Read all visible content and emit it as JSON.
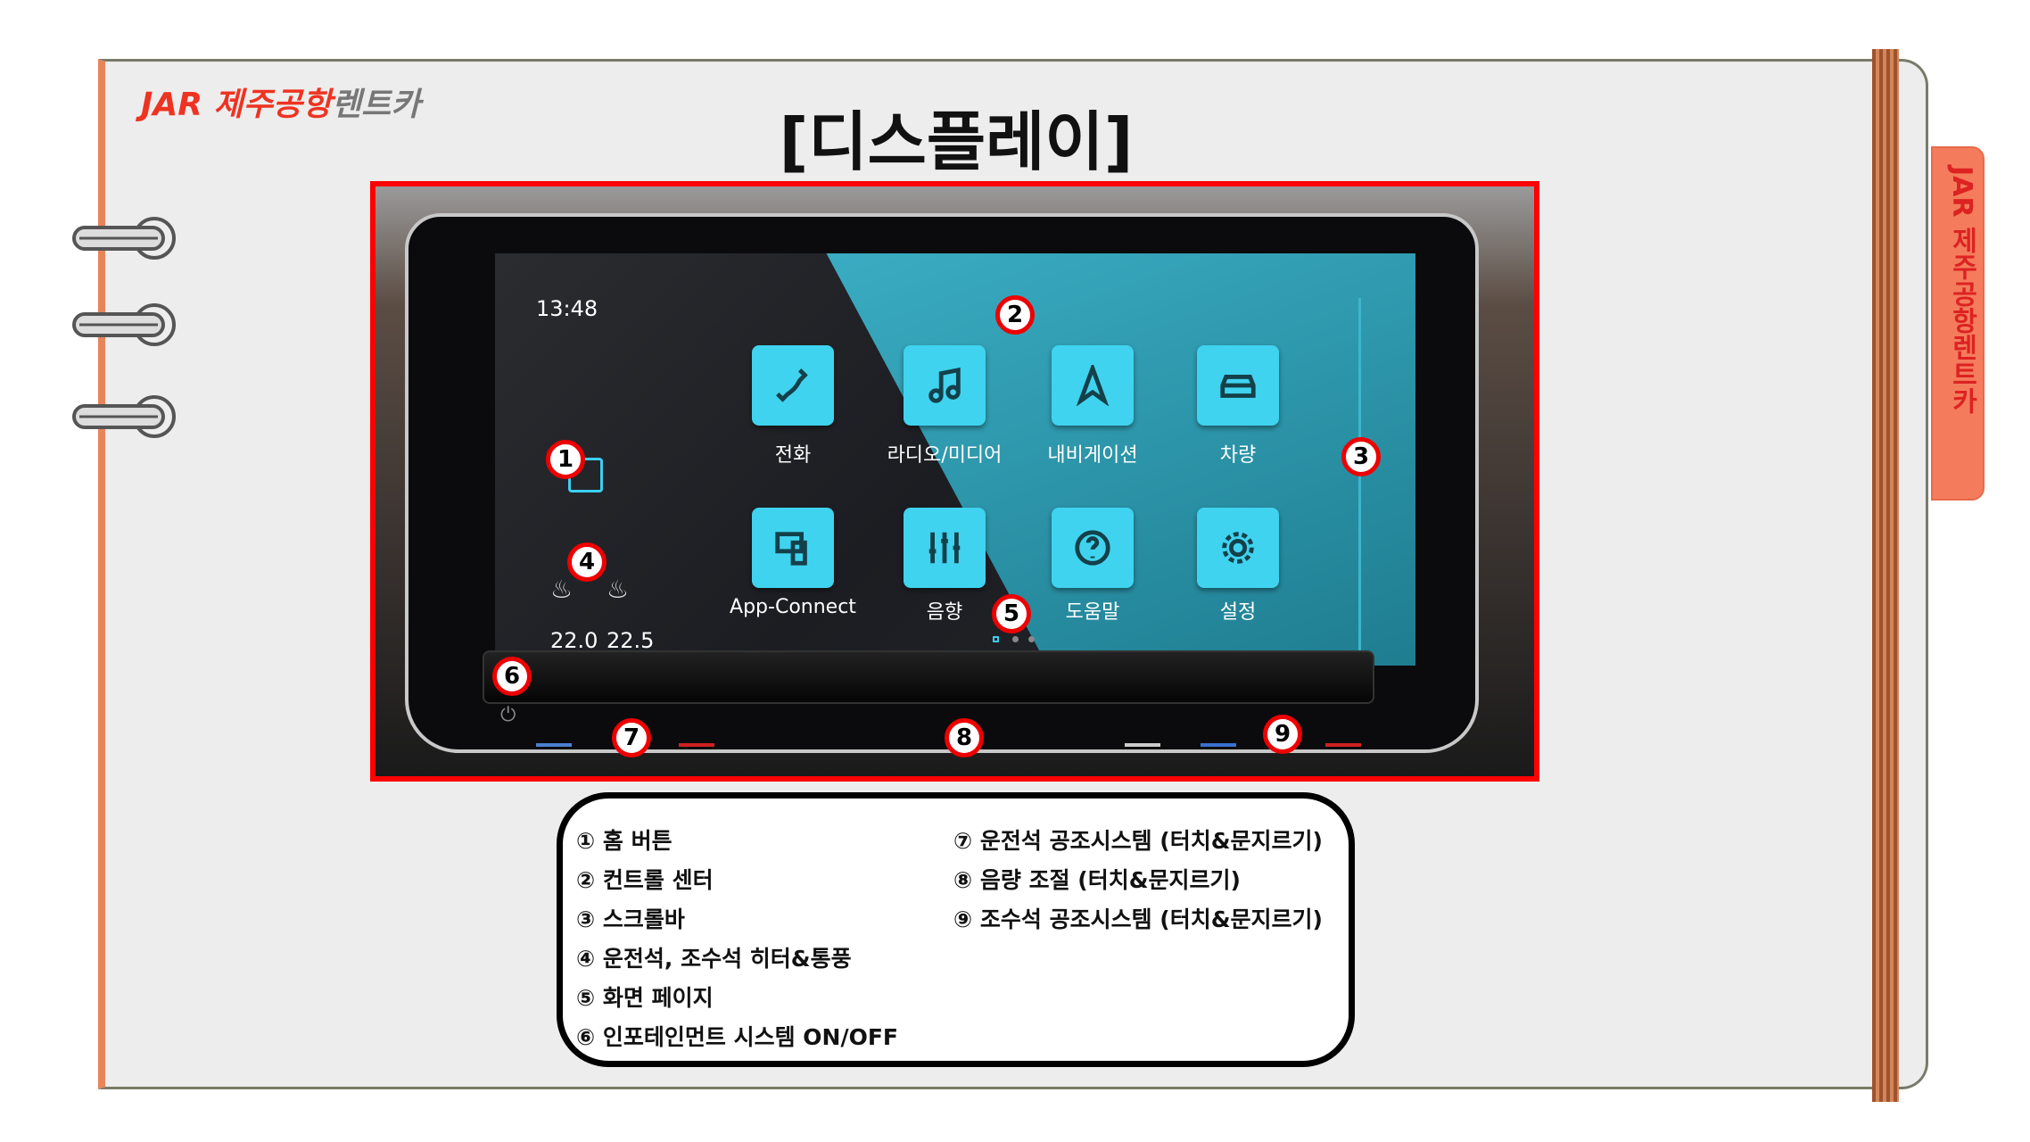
{
  "brand": {
    "logo_mark": "JAR",
    "name_main": "제주공항",
    "name_sub": "렌트카"
  },
  "title": "[디스플레이]",
  "side_tab": "JAR 제주공항렌트카",
  "screen": {
    "time": "13:48",
    "apps": [
      {
        "label": "전화",
        "icon": "phone-icon"
      },
      {
        "label": "라디오/미디어",
        "icon": "music-note-icon"
      },
      {
        "label": "내비게이션",
        "icon": "navigation-arrow-icon"
      },
      {
        "label": "차량",
        "icon": "car-icon"
      },
      {
        "label": "App-Connect",
        "icon": "app-connect-icon"
      },
      {
        "label": "음향",
        "icon": "equalizer-icon"
      },
      {
        "label": "도움말",
        "icon": "help-icon"
      },
      {
        "label": "설정",
        "icon": "gear-icon"
      }
    ],
    "driver_temp": "22.0",
    "passenger_temp": "22.5",
    "page_count": 3,
    "current_page": 1
  },
  "markers": [
    "1",
    "2",
    "3",
    "4",
    "5",
    "6",
    "7",
    "8",
    "9"
  ],
  "legend": {
    "left": [
      "① 홈 버튼",
      "② 컨트롤 센터",
      "③ 스크롤바",
      "④ 운전석, 조수석 히터&통풍",
      "⑤ 화면 페이지",
      "⑥ 인포테인먼트 시스템 ON/OFF"
    ],
    "right": [
      "⑦ 운전석 공조시스템 (터치&문지르기)",
      "⑧ 음량 조절 (터치&문지르기)",
      "⑨ 조수석 공조시스템 (터치&문지르기)"
    ]
  },
  "colors": {
    "accent": "#ff0000",
    "tile": "#3fd3ef",
    "brand_red": "#ee3322"
  }
}
